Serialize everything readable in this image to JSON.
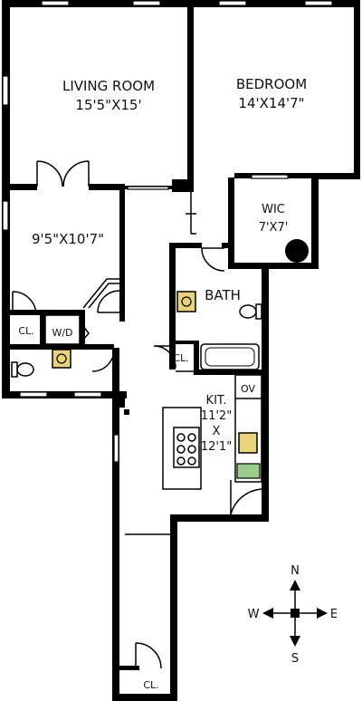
{
  "rooms": {
    "living_room": {
      "name": "LIVING ROOM",
      "size": "15'5\"X15'"
    },
    "bedroom": {
      "name": "BEDROOM",
      "size": "14'X14'7\""
    },
    "second_room": {
      "size": "9'5\"X10'7\""
    },
    "wic": {
      "name": "WIC",
      "size": "7'X7'"
    },
    "bath": {
      "name": "BATH"
    },
    "kitchen": {
      "line1": "KIT.",
      "line2": "11'2\"",
      "line3": "X",
      "line4": "12'1\""
    },
    "closet_left": "CL.",
    "closet_bath": "CL.",
    "closet_entry": "CL.",
    "washer_dryer": "W/D",
    "oven": "OV"
  },
  "compass": {
    "n": "N",
    "s": "S",
    "e": "E",
    "w": "W"
  },
  "colors": {
    "wall": "#000000",
    "fixture_yellow": "#e8d27a",
    "fridge_green": "#9ccc8c"
  }
}
